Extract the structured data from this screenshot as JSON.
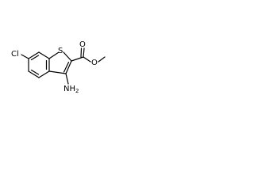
{
  "molecule": {
    "atoms": {
      "chlorine": "Cl",
      "sulfur": "S",
      "oxygen_carbonyl": "O",
      "oxygen_ester": "O",
      "amino_n": "NH",
      "amino_h_count": "2"
    }
  }
}
